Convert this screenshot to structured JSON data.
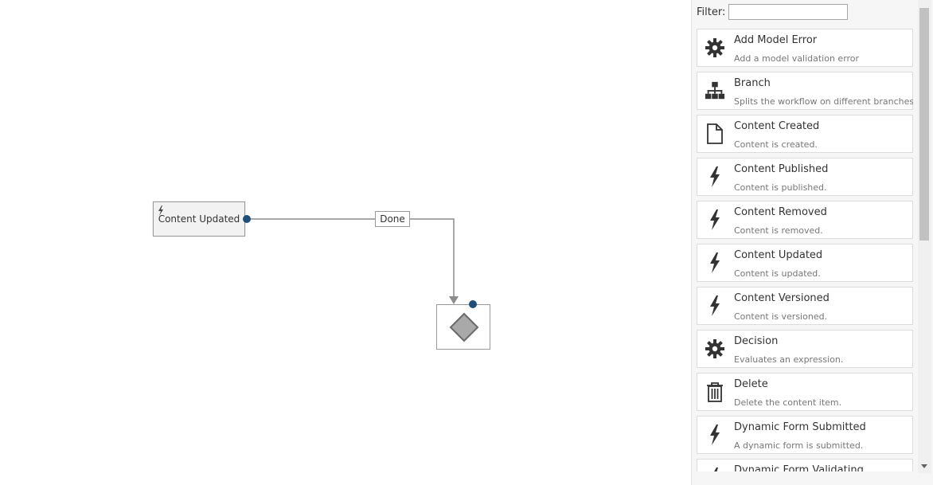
{
  "canvas": {
    "activity_node": {
      "label": "Content Updated",
      "icon": "bolt-icon"
    },
    "connector_label": "Done",
    "decision_node": {
      "icon": "diamond-icon"
    }
  },
  "toolbox": {
    "filter_label": "Filter:",
    "filter_value": "",
    "filter_placeholder": "",
    "items": [
      {
        "name": "Add Model Error",
        "desc": "Add a model validation error",
        "icon": "gear-icon"
      },
      {
        "name": "Branch",
        "desc": "Splits the workflow on different branches.",
        "icon": "sitemap-icon"
      },
      {
        "name": "Content Created",
        "desc": "Content is created.",
        "icon": "file-icon"
      },
      {
        "name": "Content Published",
        "desc": "Content is published.",
        "icon": "bolt-icon"
      },
      {
        "name": "Content Removed",
        "desc": "Content is removed.",
        "icon": "bolt-icon"
      },
      {
        "name": "Content Updated",
        "desc": "Content is updated.",
        "icon": "bolt-icon"
      },
      {
        "name": "Content Versioned",
        "desc": "Content is versioned.",
        "icon": "bolt-icon"
      },
      {
        "name": "Decision",
        "desc": "Evaluates an expression.",
        "icon": "gear-icon"
      },
      {
        "name": "Delete",
        "desc": "Delete the content item.",
        "icon": "trash-icon"
      },
      {
        "name": "Dynamic Form Submitted",
        "desc": "A dynamic form is submitted.",
        "icon": "bolt-icon"
      },
      {
        "name": "Dynamic Form Validating",
        "desc": "",
        "icon": "bolt-icon"
      }
    ]
  }
}
